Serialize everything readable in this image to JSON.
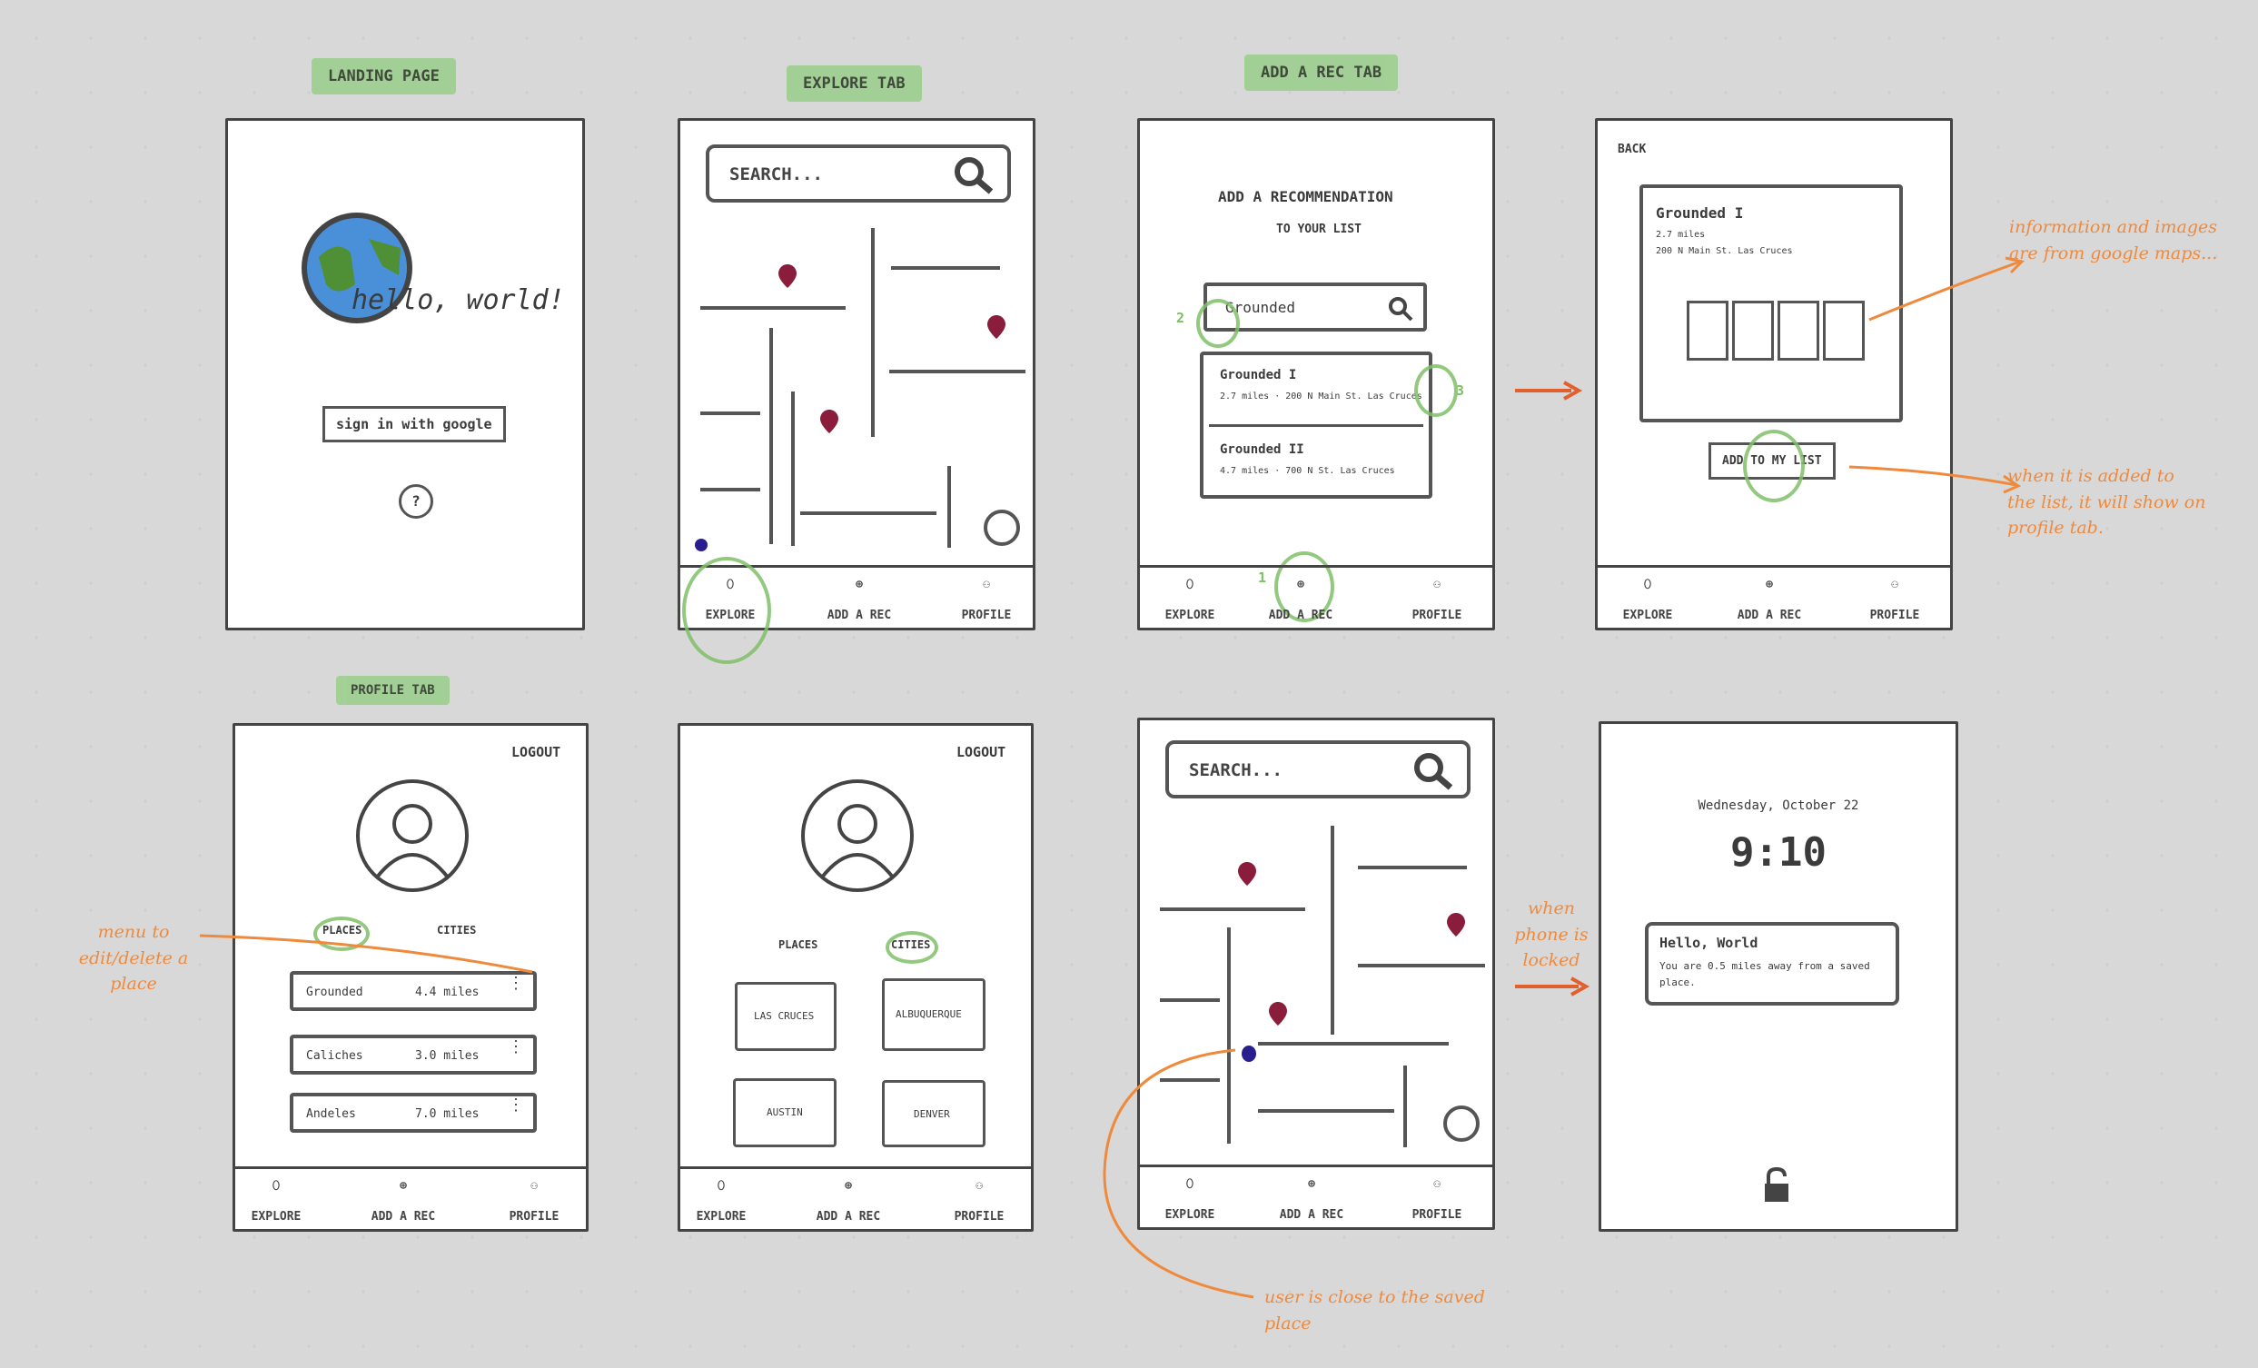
{
  "tags": {
    "landing": "LANDING PAGE",
    "explore": "EXPLORE TAB",
    "add": "ADD A REC TAB",
    "profile": "PROFILE TAB"
  },
  "nav": {
    "explore": "EXPLORE",
    "add": "ADD A REC",
    "profile": "PROFILE"
  },
  "landing": {
    "hello": "hello, world!",
    "sign_in": "sign in with google",
    "help": "?"
  },
  "explore": {
    "search_placeholder": "SEARCH..."
  },
  "add_rec": {
    "title": "ADD A RECOMMENDATION",
    "subtitle": "TO YOUR LIST",
    "search_value": "Grounded",
    "results": [
      {
        "name": "Grounded I",
        "detail": "2.7 miles · 200 N Main St. Las Cruces"
      },
      {
        "name": "Grounded II",
        "detail": "4.7 miles · 700 N St. Las Cruces"
      }
    ],
    "step_labels": [
      "1",
      "2",
      "3"
    ]
  },
  "detail": {
    "back": "BACK",
    "name": "Grounded I",
    "miles": "2.7 miles",
    "address": "200 N Main St. Las Cruces",
    "add_button": "ADD TO MY LIST"
  },
  "profile": {
    "logout": "LOGOUT",
    "tab_places": "PLACES",
    "tab_cities": "CITIES",
    "places": [
      {
        "name": "Grounded",
        "dist": "4.4 miles"
      },
      {
        "name": "Caliches",
        "dist": "3.0 miles"
      },
      {
        "name": "Andeles",
        "dist": "7.0 miles"
      }
    ],
    "cities": [
      "LAS CRUCES",
      "ALBUQUERQUE",
      "AUSTIN",
      "DENVER"
    ]
  },
  "lock": {
    "date": "Wednesday, October 22",
    "time": "9:10",
    "notif_title": "Hello, World",
    "notif_body": "You are 0.5 miles away from a saved place."
  },
  "notes": {
    "info": "information and images are from google maps...",
    "added": "when it is added to the list, it will show on profile tab.",
    "menu": "menu to edit/delete a place",
    "phone_locked": "when phone is locked",
    "user_close": "user is close to the saved place"
  },
  "colors": {
    "pin": "#8b1d3c",
    "dot": "#2a1d8f",
    "highlight": "#7fbf68",
    "note": "#ef8a3d"
  }
}
